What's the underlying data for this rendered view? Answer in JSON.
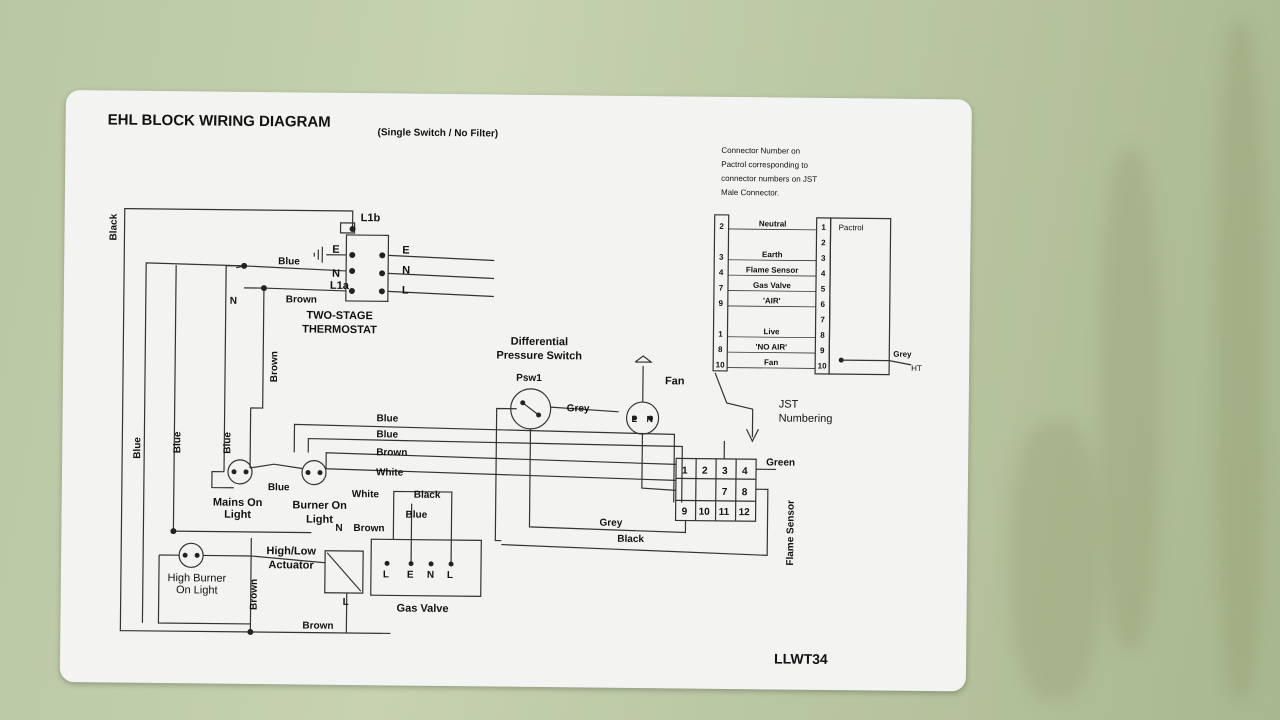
{
  "title": "EHL BLOCK WIRING DIAGRAM",
  "subtitle": "(Single Switch / No Filter)",
  "thermostat": {
    "label1": "TWO-STAGE",
    "label2": "THERMOSTAT",
    "l1b": "L1b",
    "l1a": "L1a",
    "left_terms": [
      "E",
      "N"
    ],
    "right_terms": [
      "E",
      "N",
      "L"
    ]
  },
  "wires": {
    "black": "Black",
    "blue": "Blue",
    "brown": "Brown",
    "grey": "Grey",
    "white": "White",
    "green": "Green",
    "n": "N",
    "l": "L"
  },
  "pressure_switch": {
    "label1": "Differential",
    "label2": "Pressure Switch",
    "id": "Psw1"
  },
  "fan": {
    "label": "Fan",
    "l": "L",
    "n": "N"
  },
  "mains_light": {
    "label1": "Mains On",
    "label2": "Light"
  },
  "burner_light": {
    "label1": "Burner On",
    "label2": "Light"
  },
  "high_burner_light": {
    "label1": "High Burner",
    "label2": "On Light"
  },
  "actuator": {
    "label1": "High/Low",
    "label2": "Actuator"
  },
  "gas_valve": {
    "label": "Gas Valve",
    "terms": [
      "L",
      "E",
      "N",
      "L"
    ]
  },
  "connector_block": {
    "cells": [
      "1",
      "2",
      "3",
      "4",
      "7",
      "8",
      "9",
      "10",
      "11",
      "12"
    ]
  },
  "flame_sensor": "Flame Sensor",
  "jst": {
    "label1": "JST",
    "label2": "Numbering"
  },
  "note": [
    "Connector Number on",
    "Pactrol corresponding to",
    "connector numbers on JST",
    "Male Connector."
  ],
  "pactrol": {
    "label": "Pactrol",
    "left_numbers": [
      "2",
      "",
      "3",
      "4",
      "7",
      "9",
      "",
      "1",
      "8",
      "10"
    ],
    "right_numbers": [
      "1",
      "2",
      "3",
      "4",
      "5",
      "6",
      "7",
      "8",
      "9",
      "10"
    ],
    "signals": [
      "Neutral",
      "",
      "Earth",
      "Flame Sensor",
      "Gas Valve",
      "'AIR'",
      "",
      "Live",
      "'NO AIR'",
      "Fan"
    ],
    "grey": "Grey",
    "ht": "HT"
  },
  "code": "LLWT34"
}
